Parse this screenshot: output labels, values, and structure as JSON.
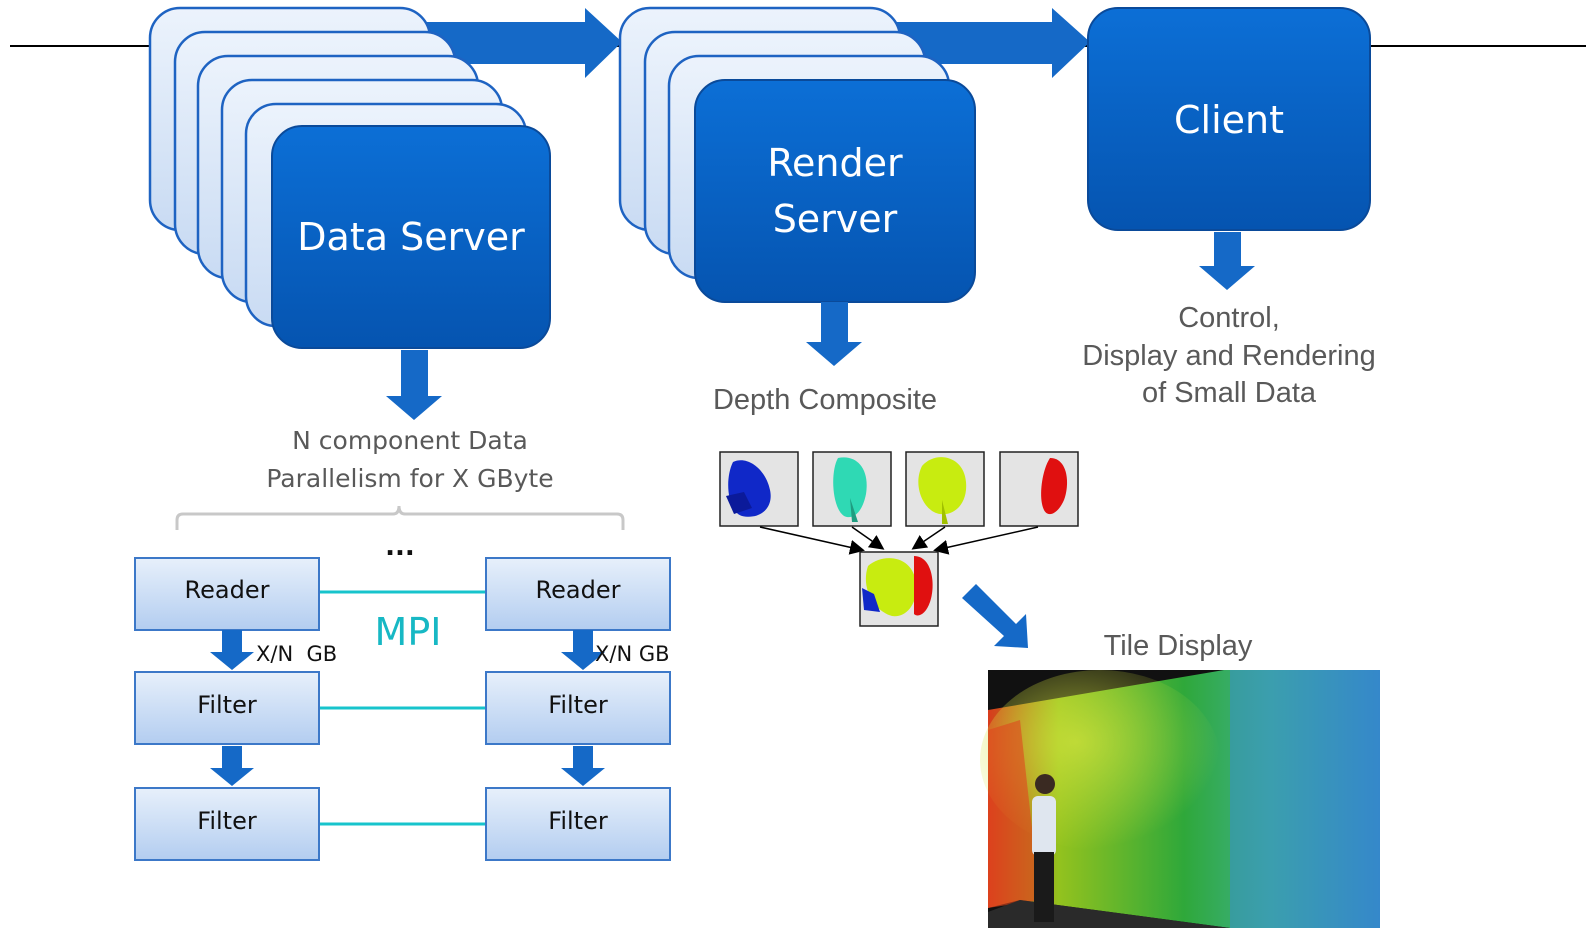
{
  "servers": {
    "data_server": "Data Server",
    "render_server_line1": "Render",
    "render_server_line2": "Server",
    "client": "Client"
  },
  "captions": {
    "data_line1": "N component Data",
    "data_line2": "Parallelism for X GByte",
    "depth_composite": "Depth Composite",
    "client_line1": "Control,",
    "client_line2": "Display and Rendering",
    "client_line3": "of Small Data",
    "tile_display": "Tile Display"
  },
  "pipeline": {
    "left": [
      "Reader",
      "Filter",
      "Filter"
    ],
    "right": [
      "Reader",
      "Filter",
      "Filter"
    ],
    "transfer_left": "X/N  GB",
    "transfer_right": "X/N GB",
    "mpi": "MPI",
    "ellipsis": "..."
  },
  "colors": {
    "box_blue": "#0a63c7",
    "arrow_blue": "#1569c7",
    "mpi_teal": "#17b8c4",
    "stack_light": "#e3ecf9",
    "node_light": "#c6dbf5"
  }
}
